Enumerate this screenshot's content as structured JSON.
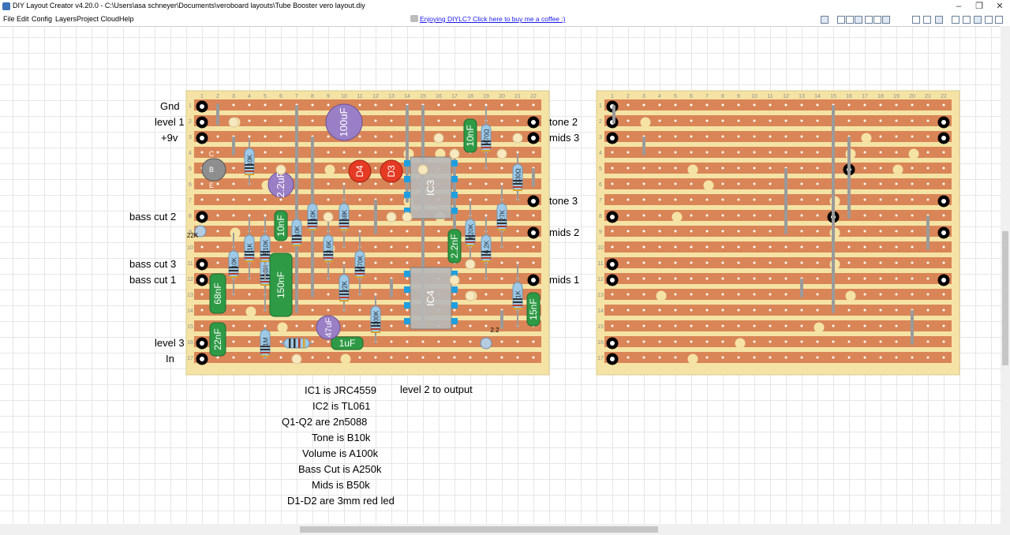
{
  "window": {
    "title": "DIY Layout Creator v4.20.0 - C:\\Users\\asa schneyer\\Documents\\veroboard layouts\\Tube Booster vero layout.diy",
    "minimize_icon": "minimize-icon",
    "maximize_icon": "restore-icon",
    "close_icon": "close-icon"
  },
  "menu": {
    "items": [
      "File",
      "Edit",
      "Config",
      "Layers",
      "Project Cloud",
      "Help"
    ],
    "coffee_link": "Enjoying DIYLC? Click here to buy me a coffee :)"
  },
  "toolbar": {
    "icons": [
      "airplane-icon",
      "layers-icon",
      "square-outline-icon",
      "wand-icon",
      "square-icon",
      "highlighter-icon",
      "checkbox-icon",
      "flip-horizontal-icon",
      "flip-vertical-icon",
      "rotate-left-icon",
      "rotate-right-icon",
      "nudge-icon",
      "group-icon",
      "ungroup-icon",
      "bring-front-icon",
      "send-back-icon"
    ]
  },
  "board1": {
    "columns": [
      "1",
      "2",
      "3",
      "4",
      "5",
      "6",
      "7",
      "8",
      "9",
      "10",
      "11",
      "12",
      "13",
      "14",
      "15",
      "16",
      "17",
      "18",
      "19",
      "20",
      "21",
      "22"
    ],
    "rows": [
      "1",
      "2",
      "3",
      "4",
      "5",
      "6",
      "7",
      "8",
      "9",
      "10",
      "11",
      "12",
      "13",
      "14",
      "15",
      "16",
      "17"
    ]
  },
  "board2": {
    "columns": [
      "1",
      "2",
      "3",
      "4",
      "5",
      "6",
      "7",
      "8",
      "9",
      "10",
      "11",
      "12",
      "13",
      "14",
      "15",
      "16",
      "17",
      "18",
      "19",
      "20",
      "21",
      "22"
    ],
    "rows": [
      "1",
      "2",
      "3",
      "4",
      "5",
      "6",
      "7",
      "8",
      "9",
      "10",
      "11",
      "12",
      "13",
      "14",
      "15",
      "16",
      "17"
    ]
  },
  "labels": {
    "left": [
      "Gnd",
      "level 1",
      "+9v",
      "bass cut 2",
      "bass cut 3",
      "bass cut 1",
      "level 3",
      "In"
    ],
    "right": [
      "tone 2",
      "mids 3",
      "tone 3",
      "mids 2",
      "mids 1"
    ],
    "transistor_pins": [
      "C",
      "B",
      "E"
    ],
    "trimmer_left": "22K",
    "trimmer_right": "2.2"
  },
  "components": {
    "resistors": [
      "10K",
      "1K",
      "10K",
      "18K",
      "510K",
      "10K",
      "10K",
      "3.6K",
      "68K",
      "22K",
      "470K",
      "300K",
      "1M",
      "620K",
      "6.2K",
      "27K",
      "330Ω",
      "470Ω",
      "1K"
    ],
    "capacitors": [
      "100uF",
      "2.2uF",
      "47uF",
      "10nF",
      "150nF",
      "68nF",
      "22nF",
      "1uF",
      "10nF",
      "2.2nF",
      "15nF"
    ],
    "diodes": [
      "D4",
      "D3"
    ],
    "ics": [
      "IC3",
      "IC4"
    ],
    "trimmer_values": [
      "22K",
      "2.2"
    ]
  },
  "notes": [
    "IC1 is JRC4559",
    "IC2 is TL061",
    "Q1-Q2 are 2n5088",
    "Tone is B10k",
    "Volume is A100k",
    "Bass Cut is A250k",
    "Mids is B50k",
    "D1-D2 are 3mm red led"
  ],
  "side_note": "level 2 to output",
  "colors": {
    "board": "#f5e3a5",
    "strip": "#d98557",
    "resistor": "#9fc9e6",
    "film_cap": "#2e9a45",
    "electrolytic": "#9b7fc6",
    "led": "#e53a24",
    "ic": "#b8b8b8",
    "wire": "#9a9a9a"
  }
}
